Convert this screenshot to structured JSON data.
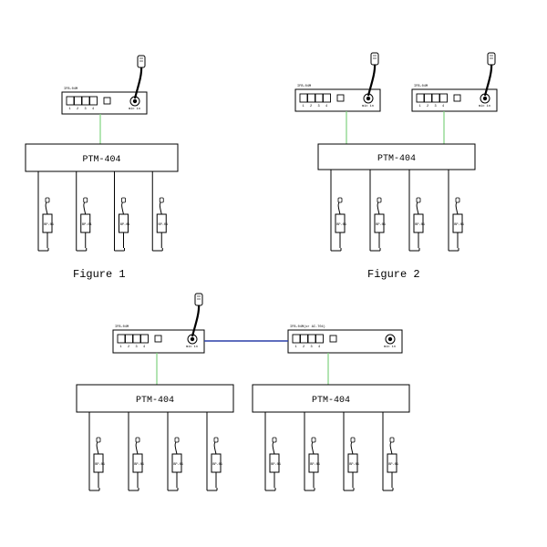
{
  "colors": {
    "stroke": "#000000",
    "link_green": "#7fd37f",
    "link_blue": "#2a3fa8",
    "background": "#ffffff"
  },
  "labels": {
    "ptm": "PTM-404",
    "ifb": "IFB-04M",
    "ifb_alt": "IFB-04M(or AI-704)",
    "mic_port": "mic in",
    "beltpack": "BP-01"
  },
  "figures": [
    {
      "caption": "Figure 1"
    },
    {
      "caption": "Figure 2"
    },
    {
      "caption": ""
    }
  ]
}
